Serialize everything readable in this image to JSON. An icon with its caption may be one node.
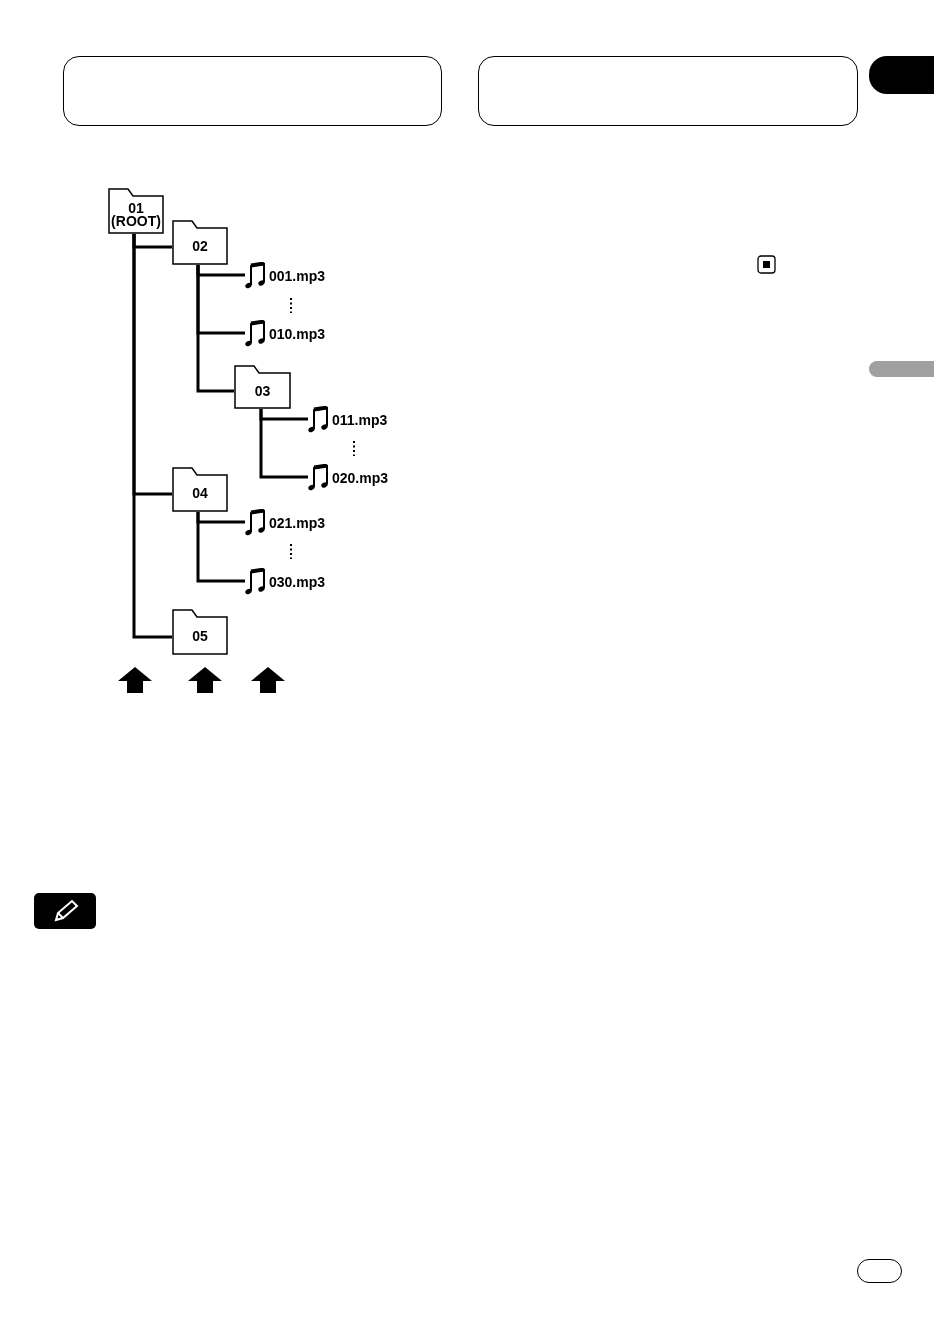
{
  "diagram": {
    "nodes": [
      {
        "text": [
          "01 (ROOT)"
        ]
      },
      {
        "text": [
          "02"
        ]
      },
      {
        "text": [
          "001.mp3"
        ]
      },
      {
        "text": [
          "010.mp3"
        ]
      },
      {
        "text": [
          "03"
        ]
      },
      {
        "text": [
          "011.mp3"
        ]
      },
      {
        "text": [
          "020.mp3"
        ]
      },
      {
        "text": [
          "04"
        ]
      },
      {
        "text": [
          "021.mp3"
        ]
      },
      {
        "text": [
          "030.mp3"
        ]
      },
      {
        "text": [
          "05"
        ]
      }
    ],
    "edges": [
      {
        "from": 0,
        "to": 1,
        "arrow": "none"
      },
      {
        "from": 1,
        "to": 2,
        "arrow": "none"
      },
      {
        "from": 1,
        "to": 3,
        "arrow": "none"
      },
      {
        "from": 1,
        "to": 4,
        "arrow": "none"
      },
      {
        "from": 4,
        "to": 5,
        "arrow": "none"
      },
      {
        "from": 4,
        "to": 6,
        "arrow": "none"
      },
      {
        "from": 0,
        "to": 7,
        "arrow": "none"
      },
      {
        "from": 7,
        "to": 8,
        "arrow": "none"
      },
      {
        "from": 7,
        "to": 9,
        "arrow": "none"
      },
      {
        "from": 0,
        "to": 10,
        "arrow": "none"
      }
    ]
  }
}
